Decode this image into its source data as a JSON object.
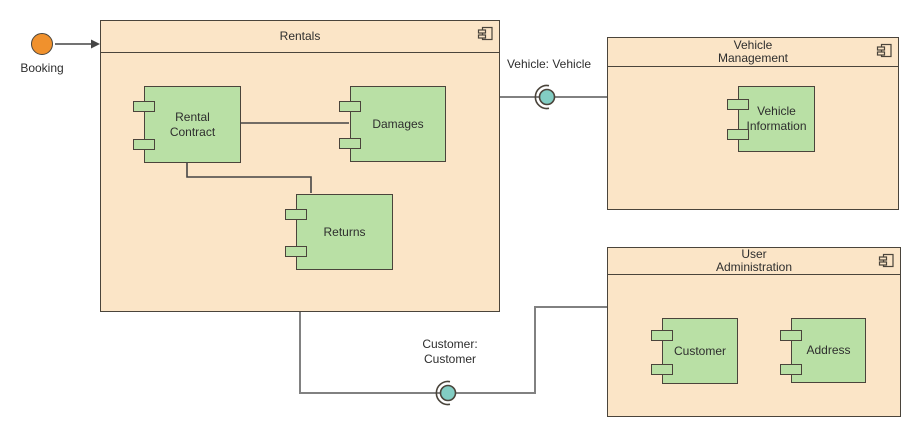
{
  "colors": {
    "canvas": "#ffffff",
    "container-fill": "#fbe5c7",
    "component-fill": "#b9e0a5",
    "border": "#4a443b",
    "start-node": "#f0912d",
    "interface-ball": "#82cdc3",
    "line-gray": "#818181",
    "line-dark": "#454545",
    "text": "#2e2e2e"
  },
  "start_node": {
    "label": "Booking"
  },
  "containers": {
    "rentals": {
      "title": "Rentals"
    },
    "vehicle_management": {
      "title": "Vehicle\nManagement"
    },
    "user_administration": {
      "title": "User\nAdministration"
    }
  },
  "components": {
    "rental_contract": {
      "label": "Rental\nContract"
    },
    "damages": {
      "label": "Damages"
    },
    "returns": {
      "label": "Returns"
    },
    "vehicle_information": {
      "label": "Vehicle\nInformation"
    },
    "customer": {
      "label": "Customer"
    },
    "address": {
      "label": "Address"
    }
  },
  "interfaces": {
    "vehicle": {
      "label": "Vehicle: Vehicle"
    },
    "customer": {
      "label": "Customer:\nCustomer"
    }
  }
}
